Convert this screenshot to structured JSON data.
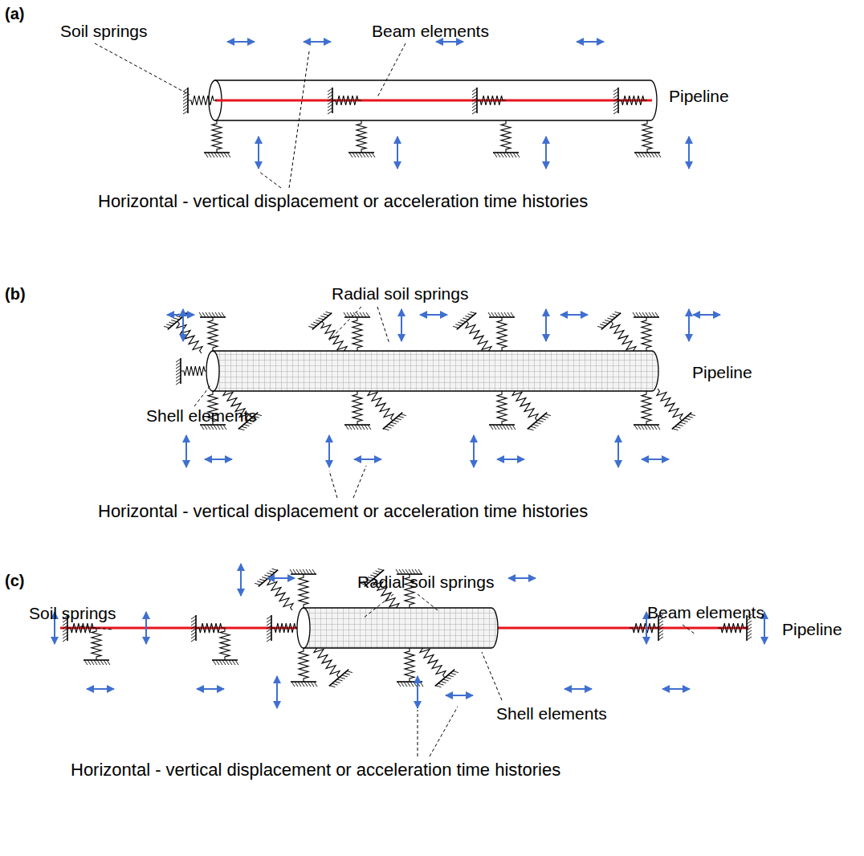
{
  "diagram": {
    "labels": [
      "(a)",
      "Soil springs",
      "Beam elements",
      "Pipeline",
      "Horizontal - vertical displacement or acceleration time histories",
      "(b)",
      "Radial soil springs",
      "Shell elements",
      "Pipeline",
      "Horizontal - vertical displacement or acceleration time histories",
      "(c)",
      "Radial soil springs",
      "Soil springs",
      "Beam elements",
      "Pipeline",
      "Shell elements",
      "Horizontal - vertical displacement or acceleration time histories"
    ]
  }
}
